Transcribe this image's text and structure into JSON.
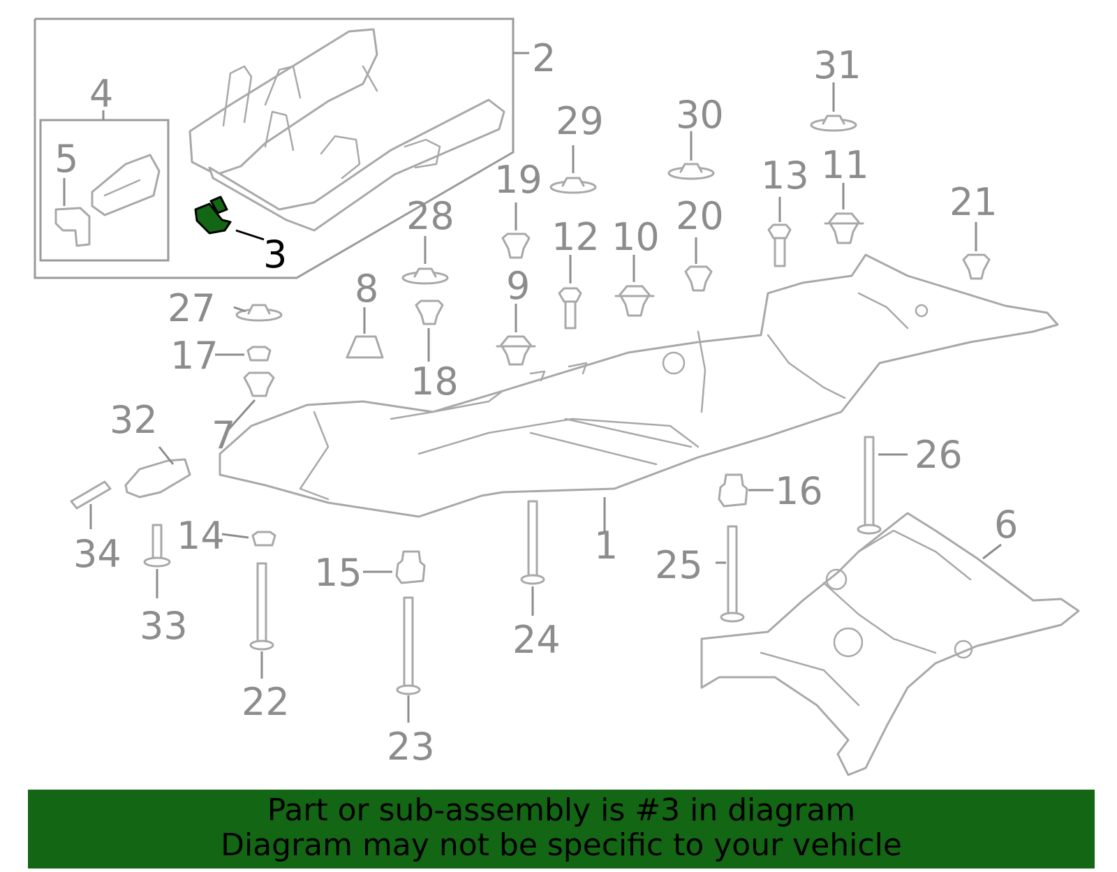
{
  "callouts": [
    {
      "id": "1",
      "label": "1"
    },
    {
      "id": "2",
      "label": "2"
    },
    {
      "id": "3",
      "label": "3"
    },
    {
      "id": "4",
      "label": "4"
    },
    {
      "id": "5",
      "label": "5"
    },
    {
      "id": "6",
      "label": "6"
    },
    {
      "id": "7",
      "label": "7"
    },
    {
      "id": "8",
      "label": "8"
    },
    {
      "id": "9",
      "label": "9"
    },
    {
      "id": "10",
      "label": "10"
    },
    {
      "id": "11",
      "label": "11"
    },
    {
      "id": "12",
      "label": "12"
    },
    {
      "id": "13",
      "label": "13"
    },
    {
      "id": "14",
      "label": "14"
    },
    {
      "id": "15",
      "label": "15"
    },
    {
      "id": "16",
      "label": "16"
    },
    {
      "id": "17",
      "label": "17"
    },
    {
      "id": "18",
      "label": "18"
    },
    {
      "id": "19",
      "label": "19"
    },
    {
      "id": "20",
      "label": "20"
    },
    {
      "id": "21",
      "label": "21"
    },
    {
      "id": "22",
      "label": "22"
    },
    {
      "id": "23",
      "label": "23"
    },
    {
      "id": "24",
      "label": "24"
    },
    {
      "id": "25",
      "label": "25"
    },
    {
      "id": "26",
      "label": "26"
    },
    {
      "id": "27",
      "label": "27"
    },
    {
      "id": "28",
      "label": "28"
    },
    {
      "id": "29",
      "label": "29"
    },
    {
      "id": "30",
      "label": "30"
    },
    {
      "id": "31",
      "label": "31"
    },
    {
      "id": "32",
      "label": "32"
    },
    {
      "id": "33",
      "label": "33"
    },
    {
      "id": "34",
      "label": "34"
    }
  ],
  "highlight": {
    "part": "3",
    "color": "#136613",
    "outline_color": "#000000"
  },
  "banner": {
    "line1": "Part or sub-assembly is #3 in diagram",
    "line2": "Diagram may not be specific to your vehicle",
    "background": "#136613"
  }
}
